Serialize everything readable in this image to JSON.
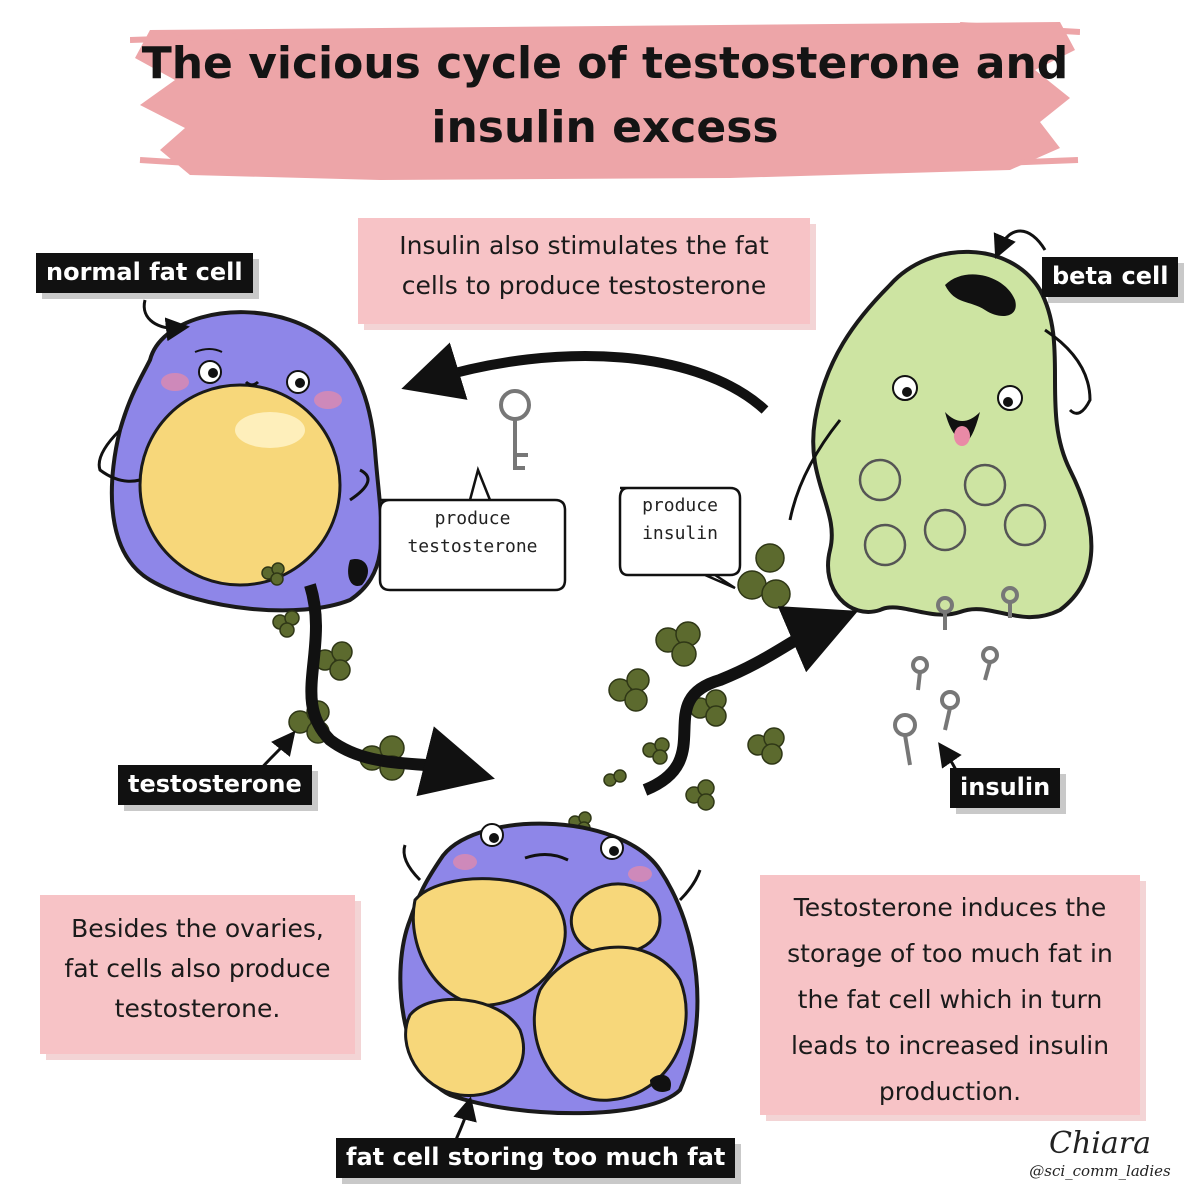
{
  "title": {
    "line1": "The vicious cycle of testosterone and",
    "line2": "insulin excess"
  },
  "notes": {
    "insulin_fat": [
      "Insulin also stimulates the fat",
      "cells to produce testosterone"
    ],
    "ovaries": [
      "Besides the ovaries,",
      "fat cells also produce",
      "testosterone."
    ],
    "storage": [
      "Testosterone induces the",
      "storage of too much fat in",
      "the fat cell which in turn",
      "leads to increased insulin",
      "production."
    ]
  },
  "labels": {
    "normal_fat_cell": "normal fat cell",
    "beta_cell": "beta cell",
    "testosterone": "testosterone",
    "insulin": "insulin",
    "fat_cell_storing": "fat cell storing too much fat"
  },
  "bubbles": {
    "produce_testosterone": [
      "produce",
      "testosterone"
    ],
    "produce_insulin": [
      "produce",
      "insulin"
    ]
  },
  "signature": {
    "name": "Chiara",
    "handle": "@sci_comm_ladies"
  },
  "colors": {
    "title_brush": "#eda5a8",
    "note_bg": "#f7c3c6",
    "fat_cell_purple": "#8e86e8",
    "fat_yellow": "#f7d77a",
    "beta_cell_green": "#cde4a2",
    "testosterone_dot": "#5c6a2e",
    "label_bg": "#111111"
  },
  "icons": {
    "key": "key-icon",
    "testosterone": "testosterone-cluster-icon",
    "arrow": "cycle-arrow-icon"
  }
}
